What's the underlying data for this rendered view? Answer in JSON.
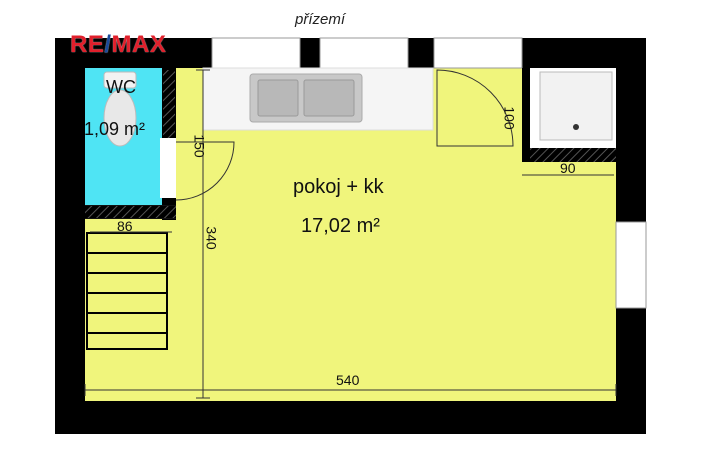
{
  "floor": {
    "title": "přízemí"
  },
  "brand": {
    "part1": "RE",
    "part2": "/",
    "part3": "MAX"
  },
  "rooms": {
    "main": {
      "name": "pokoj + kk",
      "area": "17,02 m²"
    },
    "wc": {
      "name": "WC",
      "area": "1,09 m²"
    }
  },
  "dimensions": {
    "room_width": "540",
    "room_depth": "340",
    "wc_width": "86",
    "wc_door": "150",
    "right_door": "100",
    "shower_width": "90"
  },
  "colors": {
    "wall": "#000000",
    "room_fill": "#f0f57c",
    "wc_fill": "#4fe4f4",
    "brand_red": "#e0202c",
    "brand_blue": "#1a4a9a"
  }
}
